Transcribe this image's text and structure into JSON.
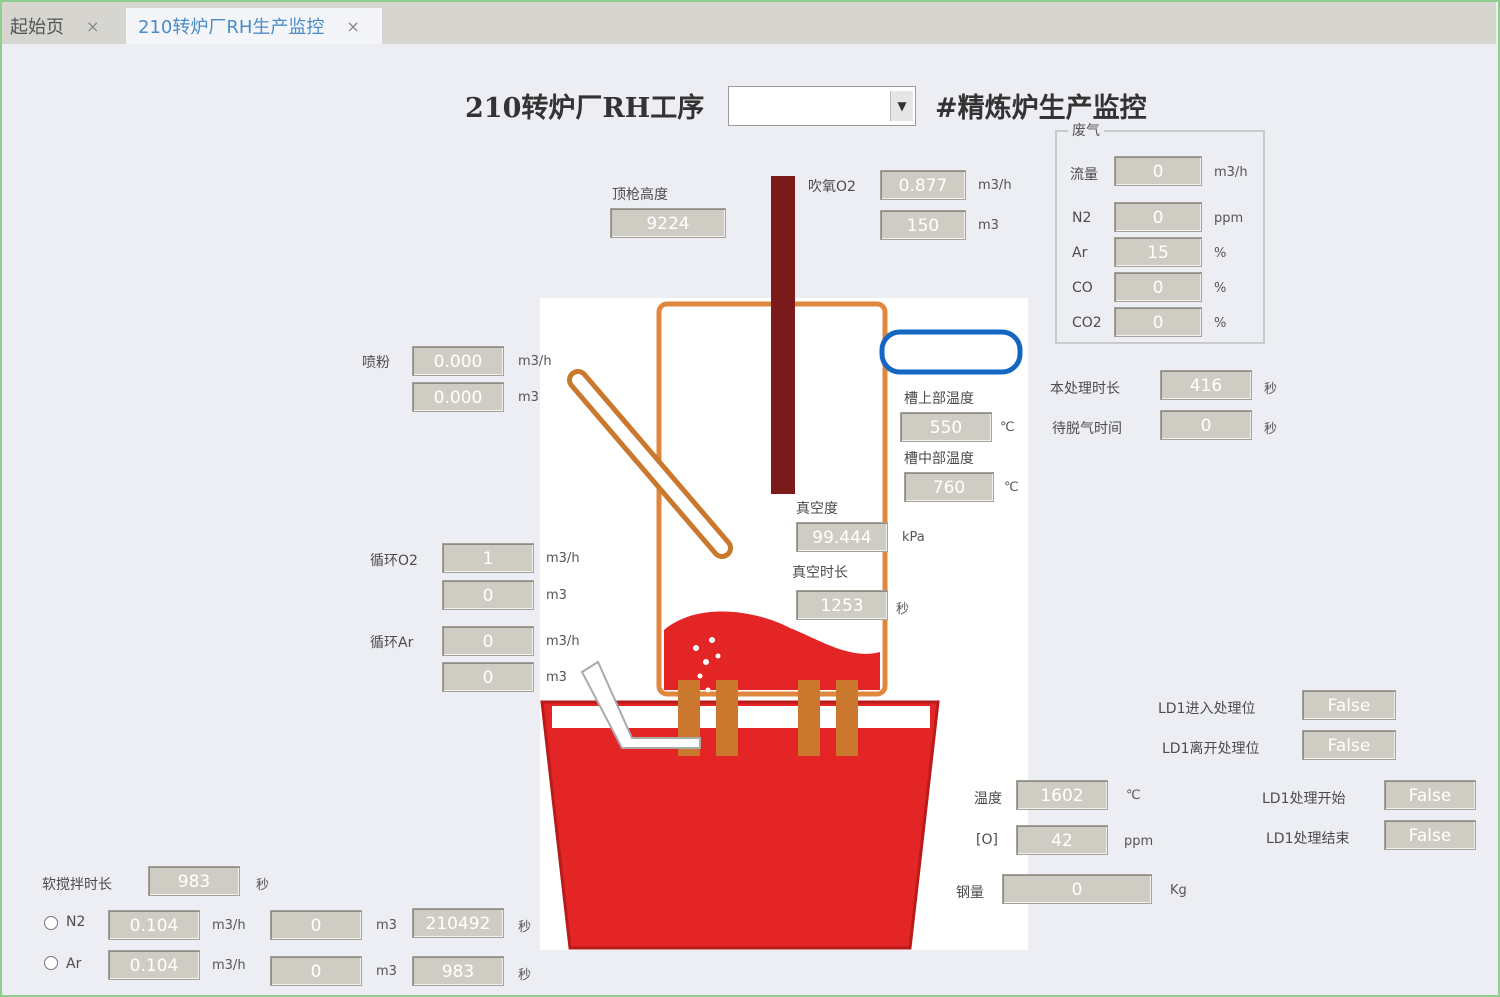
{
  "tabs": [
    {
      "label": "起始页",
      "close": "×"
    },
    {
      "label": "210转炉厂RH生产监控",
      "close": "×"
    }
  ],
  "title": {
    "left": "210转炉厂RH工序",
    "right": "#精炼炉生产监控",
    "select_value": ""
  },
  "top": {
    "lance_height_label": "顶枪高度",
    "lance_height": "9224",
    "o2_label": "吹氧O2",
    "o2_flow": "0.877",
    "o2_flow_unit": "m3/h",
    "o2_total": "150",
    "o2_total_unit": "m3"
  },
  "gas": {
    "legend": "废气",
    "rows": [
      {
        "label": "流量",
        "value": "0",
        "unit": "m3/h"
      },
      {
        "label": "N2",
        "value": "0",
        "unit": "ppm"
      },
      {
        "label": "Ar",
        "value": "15",
        "unit": "%"
      },
      {
        "label": "CO",
        "value": "0",
        "unit": "%"
      },
      {
        "label": "CO2",
        "value": "0",
        "unit": "%"
      }
    ]
  },
  "cycle": {
    "this_label": "本处理时长",
    "this_value": "416",
    "this_unit": "秒",
    "wait_label": "待脱气时间",
    "wait_value": "0",
    "wait_unit": "秒"
  },
  "powder": {
    "label": "喷粉",
    "flow": "0.000",
    "flow_unit": "m3/h",
    "total": "0.000",
    "total_unit": "m3"
  },
  "vessel": {
    "upper_temp_label": "槽上部温度",
    "upper_temp": "550",
    "upper_unit": "℃",
    "mid_temp_label": "槽中部温度",
    "mid_temp": "760",
    "mid_unit": "℃",
    "vacuum_label": "真空度",
    "vacuum": "99.444",
    "vacuum_unit": "kPa",
    "vac_time_label": "真空时长",
    "vac_time": "1253",
    "vac_time_unit": "秒"
  },
  "lift_o2": {
    "label": "循环O2",
    "flow": "1",
    "flow_unit": "m3/h",
    "total": "0",
    "total_unit": "m3"
  },
  "lift_ar": {
    "label": "循环Ar",
    "flow": "0",
    "flow_unit": "m3/h",
    "total": "0",
    "total_unit": "m3"
  },
  "flags": [
    {
      "label": "LD1进入处理位",
      "value": "False"
    },
    {
      "label": "LD1离开处理位",
      "value": "False"
    },
    {
      "label": "LD1处理开始",
      "value": "False"
    },
    {
      "label": "LD1处理结束",
      "value": "False"
    }
  ],
  "steel": {
    "temp_label": "温度",
    "temp": "1602",
    "temp_unit": "℃",
    "o_label": "[O]",
    "o_value": "42",
    "o_unit": "ppm",
    "weight_label": "钢量",
    "weight": "0",
    "weight_unit": "Kg"
  },
  "soft_blow": {
    "label": "软搅拌时长",
    "value": "983",
    "unit": "秒",
    "n2": {
      "label": "N2",
      "flow": "0.104",
      "flow_unit": "m3/h",
      "total": "0",
      "total_unit": "m3",
      "time": "210492",
      "time_unit": "秒"
    },
    "ar": {
      "label": "Ar",
      "flow": "0.104",
      "flow_unit": "m3/h",
      "total": "0",
      "total_unit": "m3",
      "time": "983",
      "time_unit": "秒"
    }
  },
  "colors": {
    "steel_red": "#e42525",
    "vessel_orange": "#e0873e",
    "lance_dark_red": "#7a1a1a",
    "pipe_blue": "#1566c0",
    "snorkel_brown": "#c9782d"
  }
}
